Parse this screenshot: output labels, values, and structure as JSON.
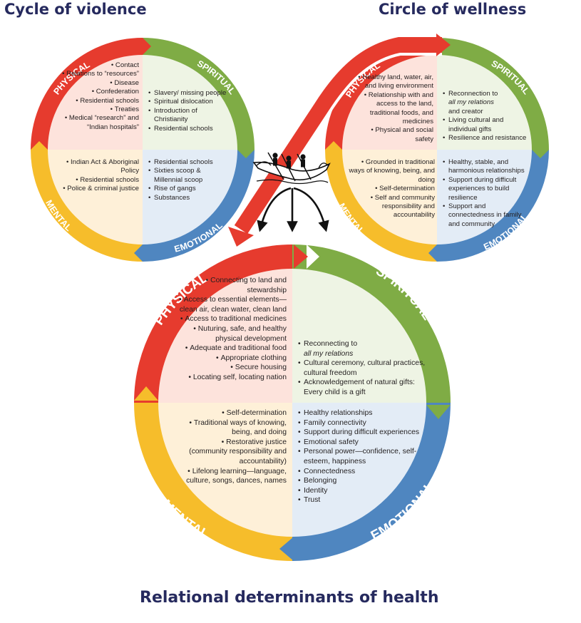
{
  "titles": {
    "cycle_of_violence": "Cycle of violence",
    "circle_of_wellness": "Circle of wellness",
    "relational_determinants": "Relational determinants of health"
  },
  "quadrant_labels": {
    "physical": "PHYSICAL",
    "spiritual": "SPIRITUAL",
    "mental": "MENTAL",
    "emotional": "EMOTIONAL"
  },
  "colors": {
    "physical": "#e63b2e",
    "spiritual": "#7fac45",
    "mental": "#f6bd2b",
    "emotional": "#4f86c0",
    "physical_fill": "#fde3dc",
    "spiritual_fill": "#eef4e4",
    "mental_fill": "#fef0d8",
    "emotional_fill": "#e3ecf6",
    "title": "#262a5e"
  },
  "cycle_of_violence": {
    "physical": [
      "Contact",
      "Relations to “resources”",
      "Disease",
      "Confederation",
      "Residential schools",
      "Treaties",
      "Medical “research” and “Indian hospitals”"
    ],
    "spiritual": [
      "Slavery/ missing people",
      "Spiritual dislocation",
      "Introduction of Christianity",
      "Residential schools"
    ],
    "mental": [
      "Indian Act & Aboriginal Policy",
      "Residential schools",
      "Police & criminal justice"
    ],
    "emotional": [
      "Residential schools",
      "Sixties scoop & Millennial scoop",
      "Rise of gangs",
      "Substances"
    ]
  },
  "circle_of_wellness": {
    "physical": [
      "Healthy land, water, air, and living environment",
      "Relationship with and access to the land, traditional foods, and medicines",
      "Physical and social safety"
    ],
    "spiritual": [
      "Reconnection to",
      "all my relations",
      "and creator",
      "Living cultural and individual gifts",
      "Resilience and resistance"
    ],
    "mental": [
      "Grounded in traditional ways of knowing, being, and doing",
      "Self-determination",
      "Self and community responsibility and accountability"
    ],
    "emotional": [
      "Healthy, stable, and harmonious relationships",
      "Support during difficult experiences to build resilience",
      "Support and connectedness in family and community"
    ]
  },
  "relational_determinants": {
    "physical": [
      "Connecting to land and stewardship",
      "Access to essential elements—clean air, clean water, clean land",
      "Access to traditional medicines",
      "Nuturing, safe, and healthy physical development",
      "Adequate and traditional food",
      "Appropriate clothing",
      "Secure housing",
      "Locating self, locating nation"
    ],
    "spiritual": [
      "Reconnecting to",
      "all my relations",
      "Cultural ceremony, cultural practices, cultural freedom",
      "Acknowledgement of natural gifts: Every child is a gift"
    ],
    "mental": [
      "Self-determination",
      "Traditional ways of knowing, being, and doing",
      "Restorative justice (community responsibility and accountability)",
      "Lifelong learning—language, culture, songs, dances, names"
    ],
    "emotional": [
      "Healthy relationships",
      "Family connectivity",
      "Support during difficult experiences",
      "Emotional safety",
      "Personal power—confidence, self-esteem, happiness",
      "Connectedness",
      "Belonging",
      "Identity",
      "Trust"
    ]
  }
}
